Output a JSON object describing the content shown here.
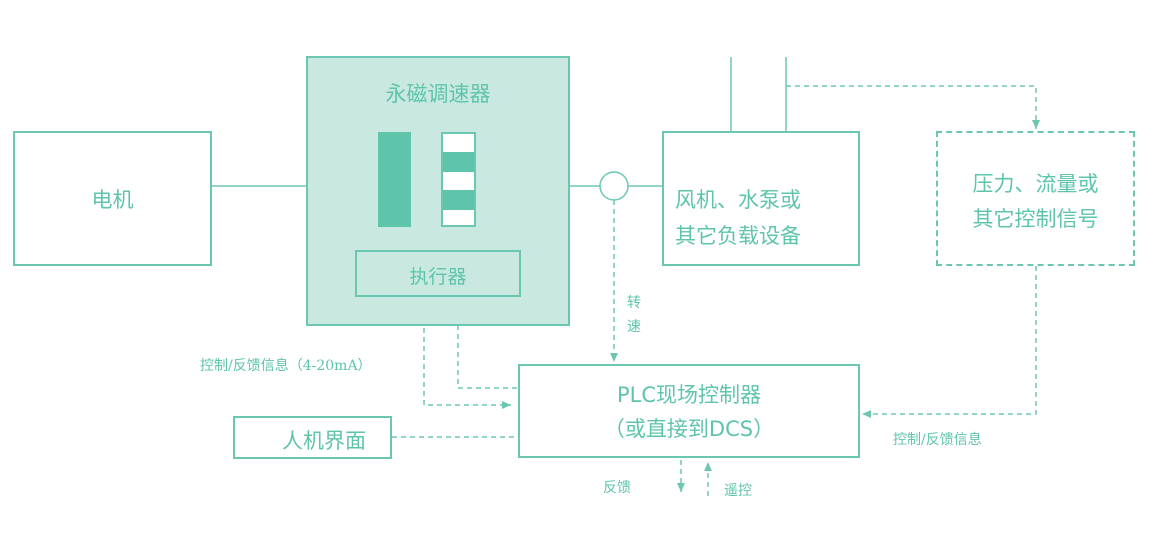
{
  "diagram": {
    "colors": {
      "line": "#6cc7b2",
      "text": "#5ec4ab",
      "fill": "#c9e9e0",
      "block": "#5ec4ab"
    },
    "motor": {
      "label": "电机"
    },
    "coupler": {
      "title": "永磁调速器",
      "actuator": "执行器"
    },
    "load": {
      "line1": "风机、水泵或",
      "line2": "其它负载设备"
    },
    "signals_box": {
      "line1": "压力、流量或",
      "line2": "其它控制信号"
    },
    "plc": {
      "line1": "PLC现场控制器",
      "line2": "（或直接到DCS）"
    },
    "hmi": {
      "label": "人机界面"
    },
    "edge_labels": {
      "speed_1": "转",
      "speed_2": "速",
      "control_feedback_ma": "控制/反馈信息（4-20mA）",
      "control_feedback": "控制/反馈信息",
      "feedback": "反馈",
      "remote": "遥控"
    }
  }
}
